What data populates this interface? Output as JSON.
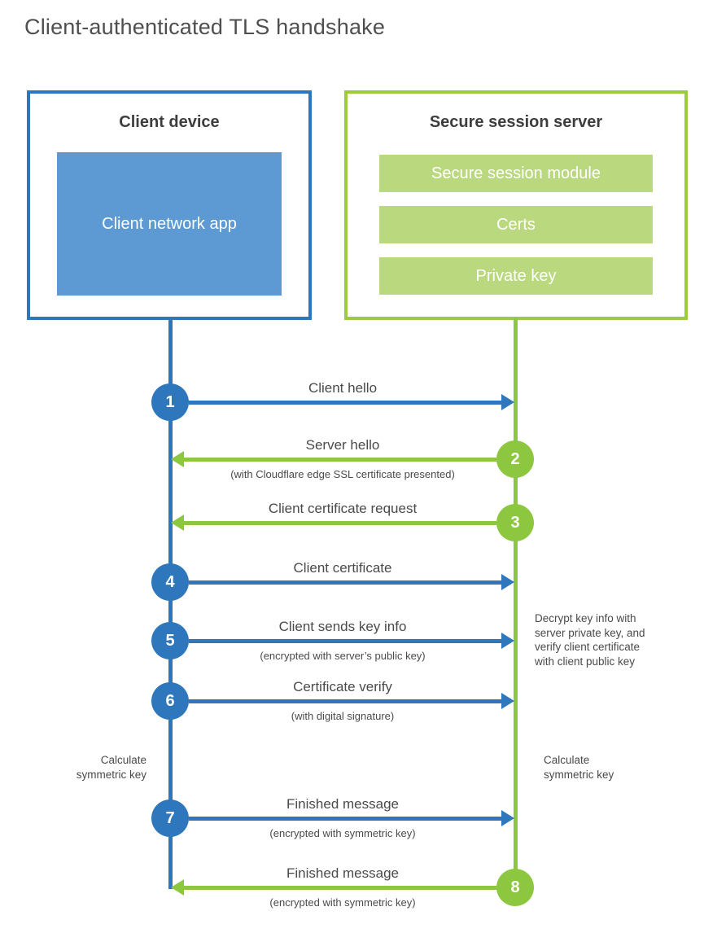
{
  "title": "Client-authenticated TLS handshake",
  "colors": {
    "client_blue": "#2E77BC",
    "client_app_fill": "#5D9AD3",
    "server_green": "#8DC63F",
    "server_border": "#9CCB43",
    "server_bar_fill": "#BAD97E",
    "text": "#4A4A4A"
  },
  "client": {
    "title": "Client device",
    "app_label": "Client network app"
  },
  "server": {
    "title": "Secure session server",
    "modules": [
      "Secure session module",
      "Certs",
      "Private key"
    ]
  },
  "messages": [
    {
      "num": "1",
      "label": "Client hello",
      "sublabel": "",
      "direction": "client-to-server"
    },
    {
      "num": "2",
      "label": "Server hello",
      "sublabel": "(with Cloudflare edge SSL certificate presented)",
      "direction": "server-to-client"
    },
    {
      "num": "3",
      "label": "Client certificate request",
      "sublabel": "",
      "direction": "server-to-client"
    },
    {
      "num": "4",
      "label": "Client certificate",
      "sublabel": "",
      "direction": "client-to-server"
    },
    {
      "num": "5",
      "label": "Client sends key info",
      "sublabel": "(encrypted with server’s public key)",
      "direction": "client-to-server"
    },
    {
      "num": "6",
      "label": "Certificate verify",
      "sublabel": "(with digital signature)",
      "direction": "client-to-server"
    },
    {
      "num": "7",
      "label": "Finished message",
      "sublabel": "(encrypted with symmetric key)",
      "direction": "client-to-server"
    },
    {
      "num": "8",
      "label": "Finished message",
      "sublabel": "(encrypted with symmetric key)",
      "direction": "server-to-client"
    }
  ],
  "annotations": {
    "decrypt_note": "Decrypt key info with\nserver private key, and\nverify client certificate\nwith client public key",
    "calc_left": "Calculate\nsymmetric key",
    "calc_right": "Calculate\nsymmetric key"
  }
}
